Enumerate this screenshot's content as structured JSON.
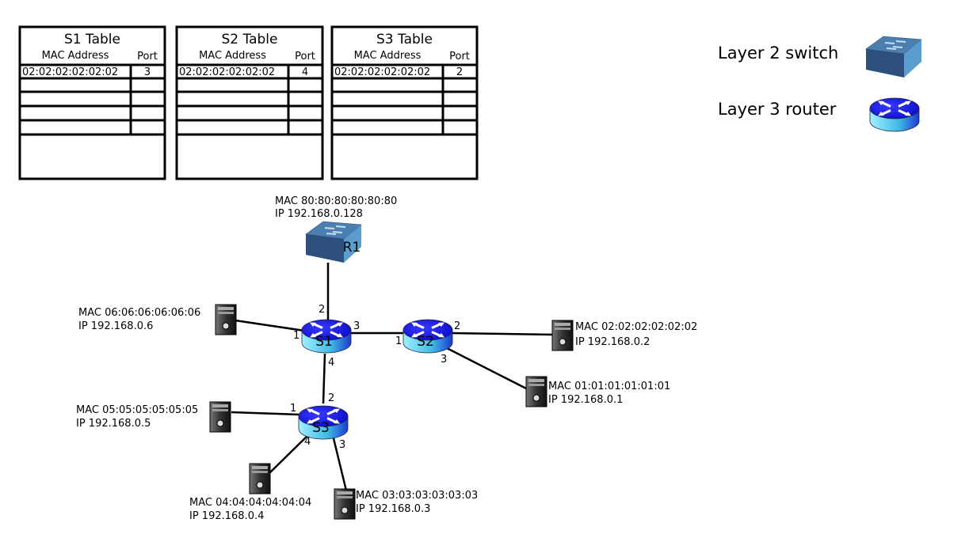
{
  "tables": [
    {
      "title": "S1 Table",
      "col_mac": "MAC Address",
      "col_port": "Port",
      "rows": [
        {
          "mac": "02:02:02:02:02:02",
          "port": "3"
        }
      ]
    },
    {
      "title": "S2 Table",
      "col_mac": "MAC Address",
      "col_port": "Port",
      "rows": [
        {
          "mac": "02:02:02:02:02:02",
          "port": "4"
        }
      ]
    },
    {
      "title": "S3 Table",
      "col_mac": "MAC Address",
      "col_port": "Port",
      "rows": [
        {
          "mac": "02:02:02:02:02:02",
          "port": "2"
        }
      ]
    }
  ],
  "legend": {
    "switch_label": "Layer 2 switch",
    "router_label": "Layer 3 router",
    "switch_icon": "layer2-switch-icon",
    "router_icon": "layer3-router-icon"
  },
  "nodes": [
    {
      "id": "R1",
      "type": "switch",
      "label": "R1",
      "mac": "MAC 80:80:80:80:80:80",
      "ip": "IP 192.168.0.128"
    },
    {
      "id": "S1",
      "type": "router",
      "label": "S1"
    },
    {
      "id": "S2",
      "type": "router",
      "label": "S2"
    },
    {
      "id": "S3",
      "type": "router",
      "label": "S3"
    },
    {
      "id": "H6",
      "type": "host",
      "mac": "MAC 06:06:06:06:06:06",
      "ip": "IP 192.168.0.6"
    },
    {
      "id": "H2",
      "type": "host",
      "mac": "MAC 02:02:02:02:02:02",
      "ip": "IP 192.168.0.2"
    },
    {
      "id": "H1",
      "type": "host",
      "mac": "MAC 01:01:01:01:01:01",
      "ip": "IP 192.168.0.1"
    },
    {
      "id": "H5",
      "type": "host",
      "mac": "MAC 05:05:05:05:05:05",
      "ip": "IP 192.168.0.5"
    },
    {
      "id": "H4",
      "type": "host",
      "mac": "MAC 04:04:04:04:04:04",
      "ip": "IP 192.168.0.4"
    },
    {
      "id": "H3",
      "type": "host",
      "mac": "MAC 03:03:03:03:03:03",
      "ip": "IP 192.168.0.3"
    }
  ],
  "links": [
    {
      "from": "R1",
      "to": "S1",
      "to_port": "2"
    },
    {
      "from": "S1",
      "to": "S2",
      "from_port": "3",
      "to_port": "1"
    },
    {
      "from": "H6",
      "to": "S1",
      "to_port": "1"
    },
    {
      "from": "S1",
      "to": "S3",
      "from_port": "4",
      "to_port": "2"
    },
    {
      "from": "S2",
      "to": "H2",
      "from_port": "2"
    },
    {
      "from": "S2",
      "to": "H1",
      "from_port": "3"
    },
    {
      "from": "H5",
      "to": "S3",
      "to_port": "1"
    },
    {
      "from": "S3",
      "to": "H4",
      "from_port": "4"
    },
    {
      "from": "S3",
      "to": "H3",
      "from_port": "3"
    }
  ],
  "colors": {
    "router_top": "#1a1aee",
    "router_side": "#5fd0ee",
    "switch_top": "#4a7aa8",
    "switch_side": "#2a4d78"
  }
}
